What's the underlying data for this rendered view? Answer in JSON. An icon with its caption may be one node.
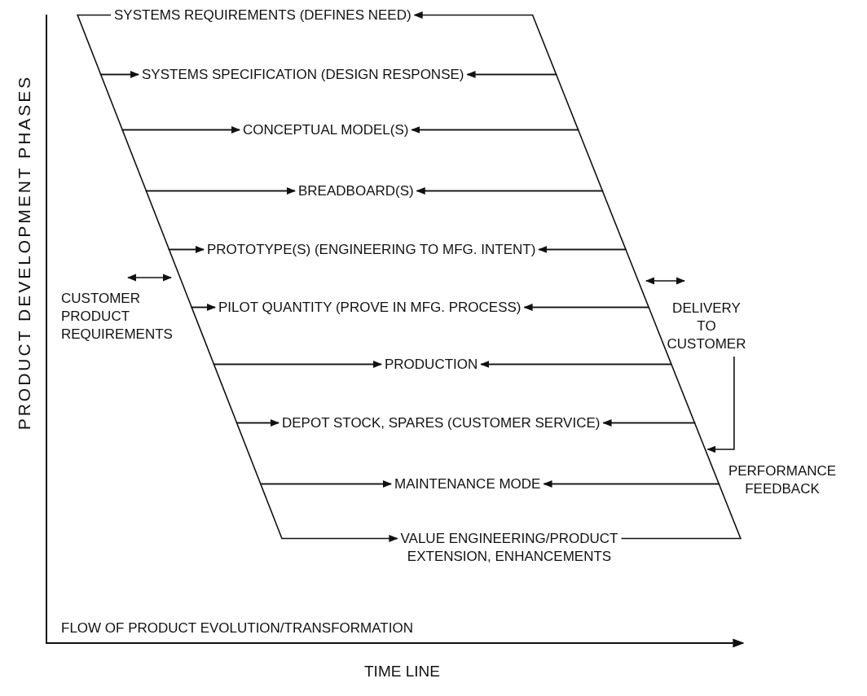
{
  "diagram": {
    "nodes": [
      {
        "text": [
          "SYSTEMS REQUIREMENTS (DEFINES NEED)"
        ]
      },
      {
        "text": [
          "SYSTEMS SPECIFICATION (DESIGN RESPONSE)"
        ]
      },
      {
        "text": [
          "CONCEPTUAL MODEL(S)"
        ]
      },
      {
        "text": [
          "BREADBOARD(S)"
        ]
      },
      {
        "text": [
          "PROTOTYPE(S) (ENGINEERING TO MFG. INTENT)"
        ]
      },
      {
        "text": [
          "PILOT QUANTITY (PROVE IN MFG. PROCESS)"
        ]
      },
      {
        "text": [
          "PRODUCTION"
        ]
      },
      {
        "text": [
          "DEPOT STOCK, SPARES (CUSTOMER SERVICE)"
        ]
      },
      {
        "text": [
          "MAINTENANCE MODE"
        ]
      },
      {
        "text": [
          "VALUE ENGINEERING/PRODUCT EXTENSION, ENHANCEMENTS"
        ]
      },
      {
        "text": [
          "DELIVERY TO CUSTOMER"
        ]
      }
    ],
    "edges": [
      {
        "from": 0,
        "to": 1,
        "arrow": "to"
      },
      {
        "from": 1,
        "to": 2,
        "arrow": "to"
      },
      {
        "from": 2,
        "to": 3,
        "arrow": "to"
      },
      {
        "from": 3,
        "to": 4,
        "arrow": "to"
      },
      {
        "from": 4,
        "to": 5,
        "arrow": "to"
      },
      {
        "from": 5,
        "to": 6,
        "arrow": "to"
      },
      {
        "from": 6,
        "to": 7,
        "arrow": "to"
      },
      {
        "from": 7,
        "to": 8,
        "arrow": "to"
      },
      {
        "from": 8,
        "to": 9,
        "arrow": "to"
      },
      {
        "from": 9,
        "to": 8,
        "arrow": "to"
      },
      {
        "from": 8,
        "to": 7,
        "arrow": "to"
      },
      {
        "from": 7,
        "to": 6,
        "arrow": "to"
      },
      {
        "from": 6,
        "to": 5,
        "arrow": "to"
      },
      {
        "from": 5,
        "to": 4,
        "arrow": "to"
      },
      {
        "from": 4,
        "to": 3,
        "arrow": "to"
      },
      {
        "from": 3,
        "to": 2,
        "arrow": "to"
      },
      {
        "from": 2,
        "to": 1,
        "arrow": "to"
      },
      {
        "from": 1,
        "to": 0,
        "arrow": "to"
      },
      {
        "from": 10,
        "to": null,
        "arrow": "to"
      }
    ],
    "labels": [
      "PRODUCT DEVELOPMENT PHASES",
      "CUSTOMER PRODUCT REQUIREMENTS",
      "PERFORMANCE FEEDBACK",
      "FLOW OF PRODUCT EVOLUTION/TRANSFORMATION",
      "TIME LINE"
    ]
  }
}
